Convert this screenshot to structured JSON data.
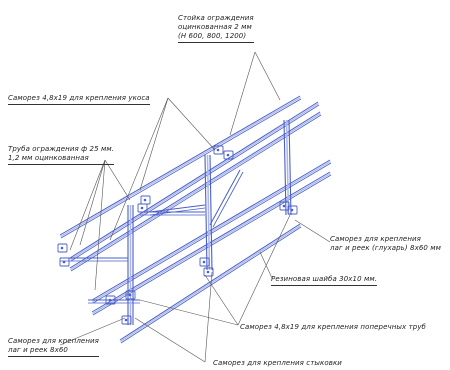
{
  "callouts": {
    "post_line1": "Стойка ограждения",
    "post_line2": "оцинкованная 2 мм",
    "post_line3": "(Н 600, 800, 1200)",
    "brace_screw": "Саморез 4,8х19 для крепления укоса",
    "pipe_line1": "Труба ограждения ф 25 мм.",
    "pipe_line2": "1,2 мм оцинкованная",
    "fix_screw_right_line1": "Саморез для крепления",
    "fix_screw_right_line2": "лаг и реек (глухарь) 8х60 мм",
    "rubber_washer": "Резиновая шайба 30х10 мм.",
    "cross_pipe_screw": "Саморез 4,8х19 для крепления поперечных труб",
    "fix_screw_left_line1": "Саморез для крепления",
    "fix_screw_left_line2": "лаг и реек 8х60",
    "joint_screw": "Саморез для крепления стыковки"
  },
  "colors": {
    "pipe": "#4a5fc8",
    "pipe_light": "#aab6ee",
    "leader": "#555555",
    "text": "#222222"
  }
}
